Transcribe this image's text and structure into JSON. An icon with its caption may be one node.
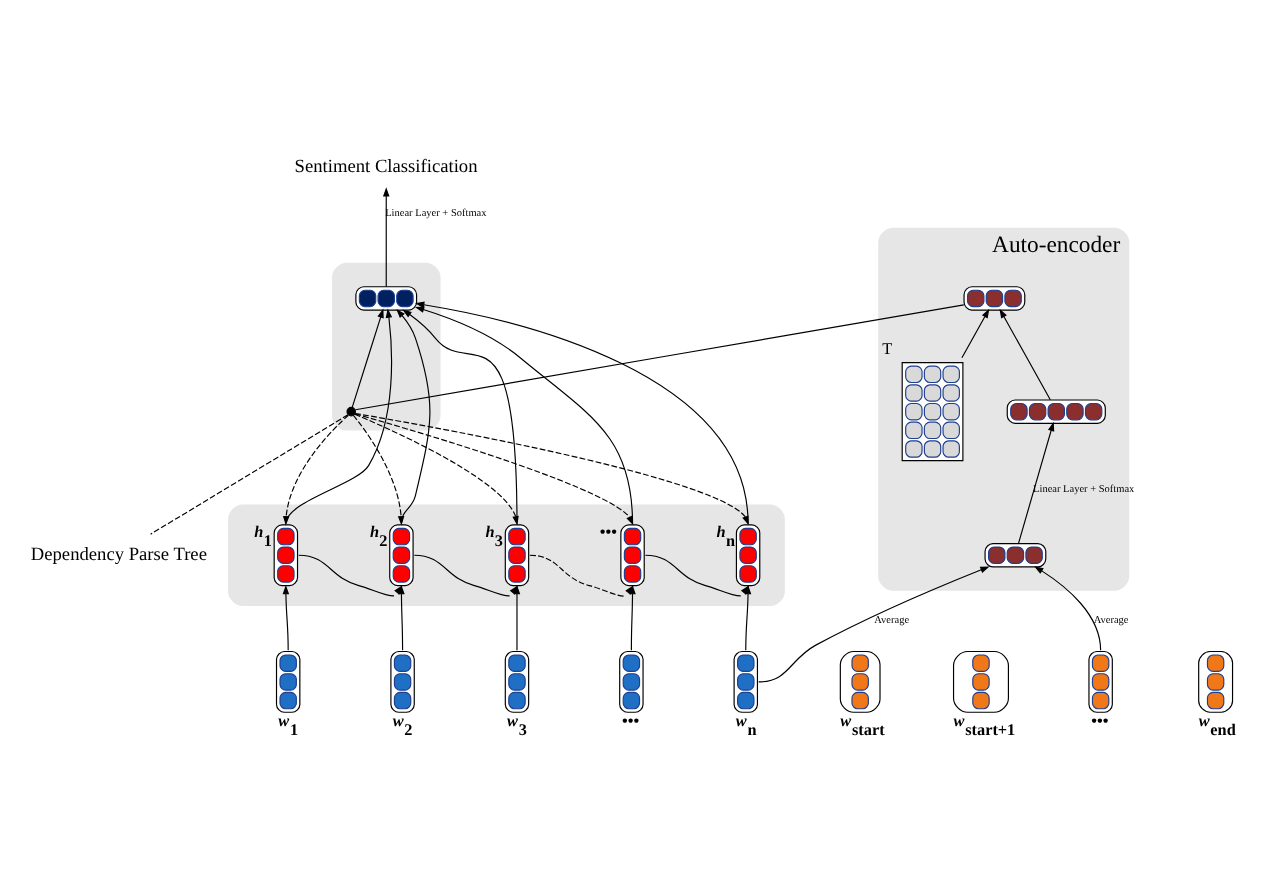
{
  "diagram": {
    "nodes": [
      {
        "text": [
          "Sentiment Classification"
        ]
      },
      {
        "text": [],
        "shape": "box"
      },
      {
        "text": [],
        "shape": "bar",
        "in": 1
      },
      {
        "text": [],
        "shape": "circle",
        "in": 1
      },
      {
        "text": [],
        "shape": "box"
      },
      {
        "text": [
          "*h*$_{1}$"
        ],
        "in": 4
      },
      {
        "text": [
          "*h*$_{2}$"
        ],
        "in": 4
      },
      {
        "text": [
          "*h*$_{3}$"
        ],
        "in": 4
      },
      {
        "text": [
          "•••"
        ],
        "in": 4
      },
      {
        "text": [
          "*h*$_{n}$"
        ],
        "in": 4
      },
      {
        "text": [
          "*w*$_{1}$"
        ]
      },
      {
        "text": [
          "*w*$_{2}$"
        ]
      },
      {
        "text": [
          "*w*$_{3}$"
        ]
      },
      {
        "text": [
          "•••"
        ]
      },
      {
        "text": [
          "*w*$_{n}$"
        ]
      },
      {
        "text": [
          "Dependency Parse Tree"
        ]
      },
      {
        "text": [
          "Auto-encoder"
        ]
      },
      {
        "text": [],
        "shape": "bar",
        "in": 16
      },
      {
        "text": [],
        "shape": "bar",
        "in": 16
      },
      {
        "text": [],
        "shape": "bar",
        "in": 16
      },
      {
        "text": [],
        "shape": "box",
        "in": 16,
        "beside": [
          "T"
        ]
      },
      {
        "text": [
          "*w*$_{start}$"
        ]
      },
      {
        "text": [
          "*w*$_{start+1}$"
        ]
      },
      {
        "text": [
          "•••"
        ]
      },
      {
        "text": [
          "*w*$_{end}$"
        ]
      }
    ],
    "edges": [
      {
        "from": 2,
        "to": 0,
        "arrow": "to",
        "label": "Linear Layer + Softmax"
      },
      {
        "from": 3,
        "to": 2,
        "arrow": "to"
      },
      {
        "from": 17,
        "to": 3,
        "arrow": "none"
      },
      {
        "from": 5,
        "to": 2,
        "arrow": "to"
      },
      {
        "from": 6,
        "to": 2,
        "arrow": "to"
      },
      {
        "from": 7,
        "to": 2,
        "arrow": "to"
      },
      {
        "from": 8,
        "to": 2,
        "arrow": "to"
      },
      {
        "from": 9,
        "to": 2,
        "arrow": "to"
      },
      {
        "from": 3,
        "to": 5,
        "arrow": "to",
        "style": "dashed"
      },
      {
        "from": 3,
        "to": 6,
        "arrow": "to",
        "style": "dashed"
      },
      {
        "from": 3,
        "to": 7,
        "arrow": "to",
        "style": "dashed"
      },
      {
        "from": 3,
        "to": 8,
        "arrow": "to",
        "style": "dashed"
      },
      {
        "from": 3,
        "to": 9,
        "arrow": "to",
        "style": "dashed"
      },
      {
        "from": 3,
        "to": 15,
        "arrow": "none",
        "style": "dashed"
      },
      {
        "from": 5,
        "to": 6,
        "arrow": "to"
      },
      {
        "from": 6,
        "to": 7,
        "arrow": "to"
      },
      {
        "from": 7,
        "to": 8,
        "arrow": "to",
        "style": "dashed"
      },
      {
        "from": 8,
        "to": 9,
        "arrow": "to"
      },
      {
        "from": 10,
        "to": 5,
        "arrow": "to"
      },
      {
        "from": 11,
        "to": 6,
        "arrow": "to"
      },
      {
        "from": 12,
        "to": 7,
        "arrow": "to"
      },
      {
        "from": 13,
        "to": 8,
        "arrow": "to"
      },
      {
        "from": 14,
        "to": 9,
        "arrow": "to"
      },
      {
        "from": 14,
        "to": 19,
        "arrow": "to",
        "label": "Average"
      },
      {
        "from": 23,
        "to": 19,
        "arrow": "to",
        "label": "Average"
      },
      {
        "from": 19,
        "to": 18,
        "arrow": "to",
        "label": "Linear Layer + Softmax"
      },
      {
        "from": 18,
        "to": 17,
        "arrow": "to"
      },
      {
        "from": 20,
        "to": 17,
        "arrow": "to"
      }
    ]
  }
}
